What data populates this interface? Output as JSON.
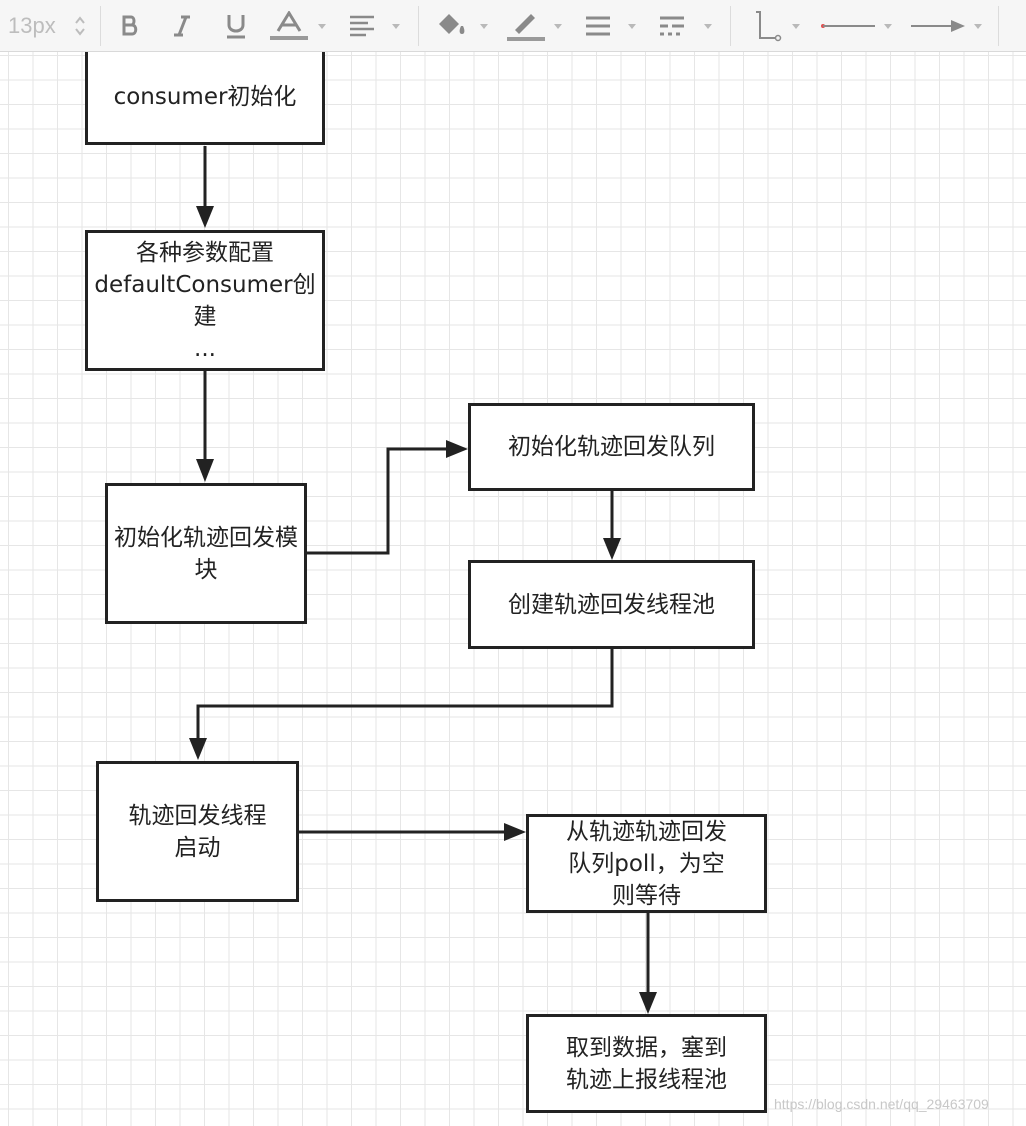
{
  "toolbar": {
    "font_size": "13px",
    "icons": [
      "bold-icon",
      "italic-icon",
      "underline-icon",
      "font-color-icon",
      "align-icon",
      "fill-color-icon",
      "line-color-icon",
      "line-width-icon",
      "line-style-icon",
      "connector-waypoint-icon",
      "line-start-icon",
      "line-end-icon"
    ]
  },
  "diagram": {
    "nodes": {
      "n1": "consumer初始化",
      "n2": "各种参数配置\ndefaultConsumer创建\n...",
      "n3": "初始化轨迹回发模块",
      "n4": "初始化轨迹回发队列",
      "n5": "创建轨迹回发线程池",
      "n6": "轨迹回发线程\n启动",
      "n7": "从轨迹轨迹回发\n队列poll，为空\n则等待",
      "n8": "取到数据，塞到\n轨迹上报线程池"
    }
  },
  "watermark": "https://blog.csdn.net/qq_29463709",
  "colors": {
    "toolbar_bg": "#f6f6f6",
    "grid": "#e6e6e6",
    "stroke": "#222222",
    "accent_red": "#e05050"
  }
}
